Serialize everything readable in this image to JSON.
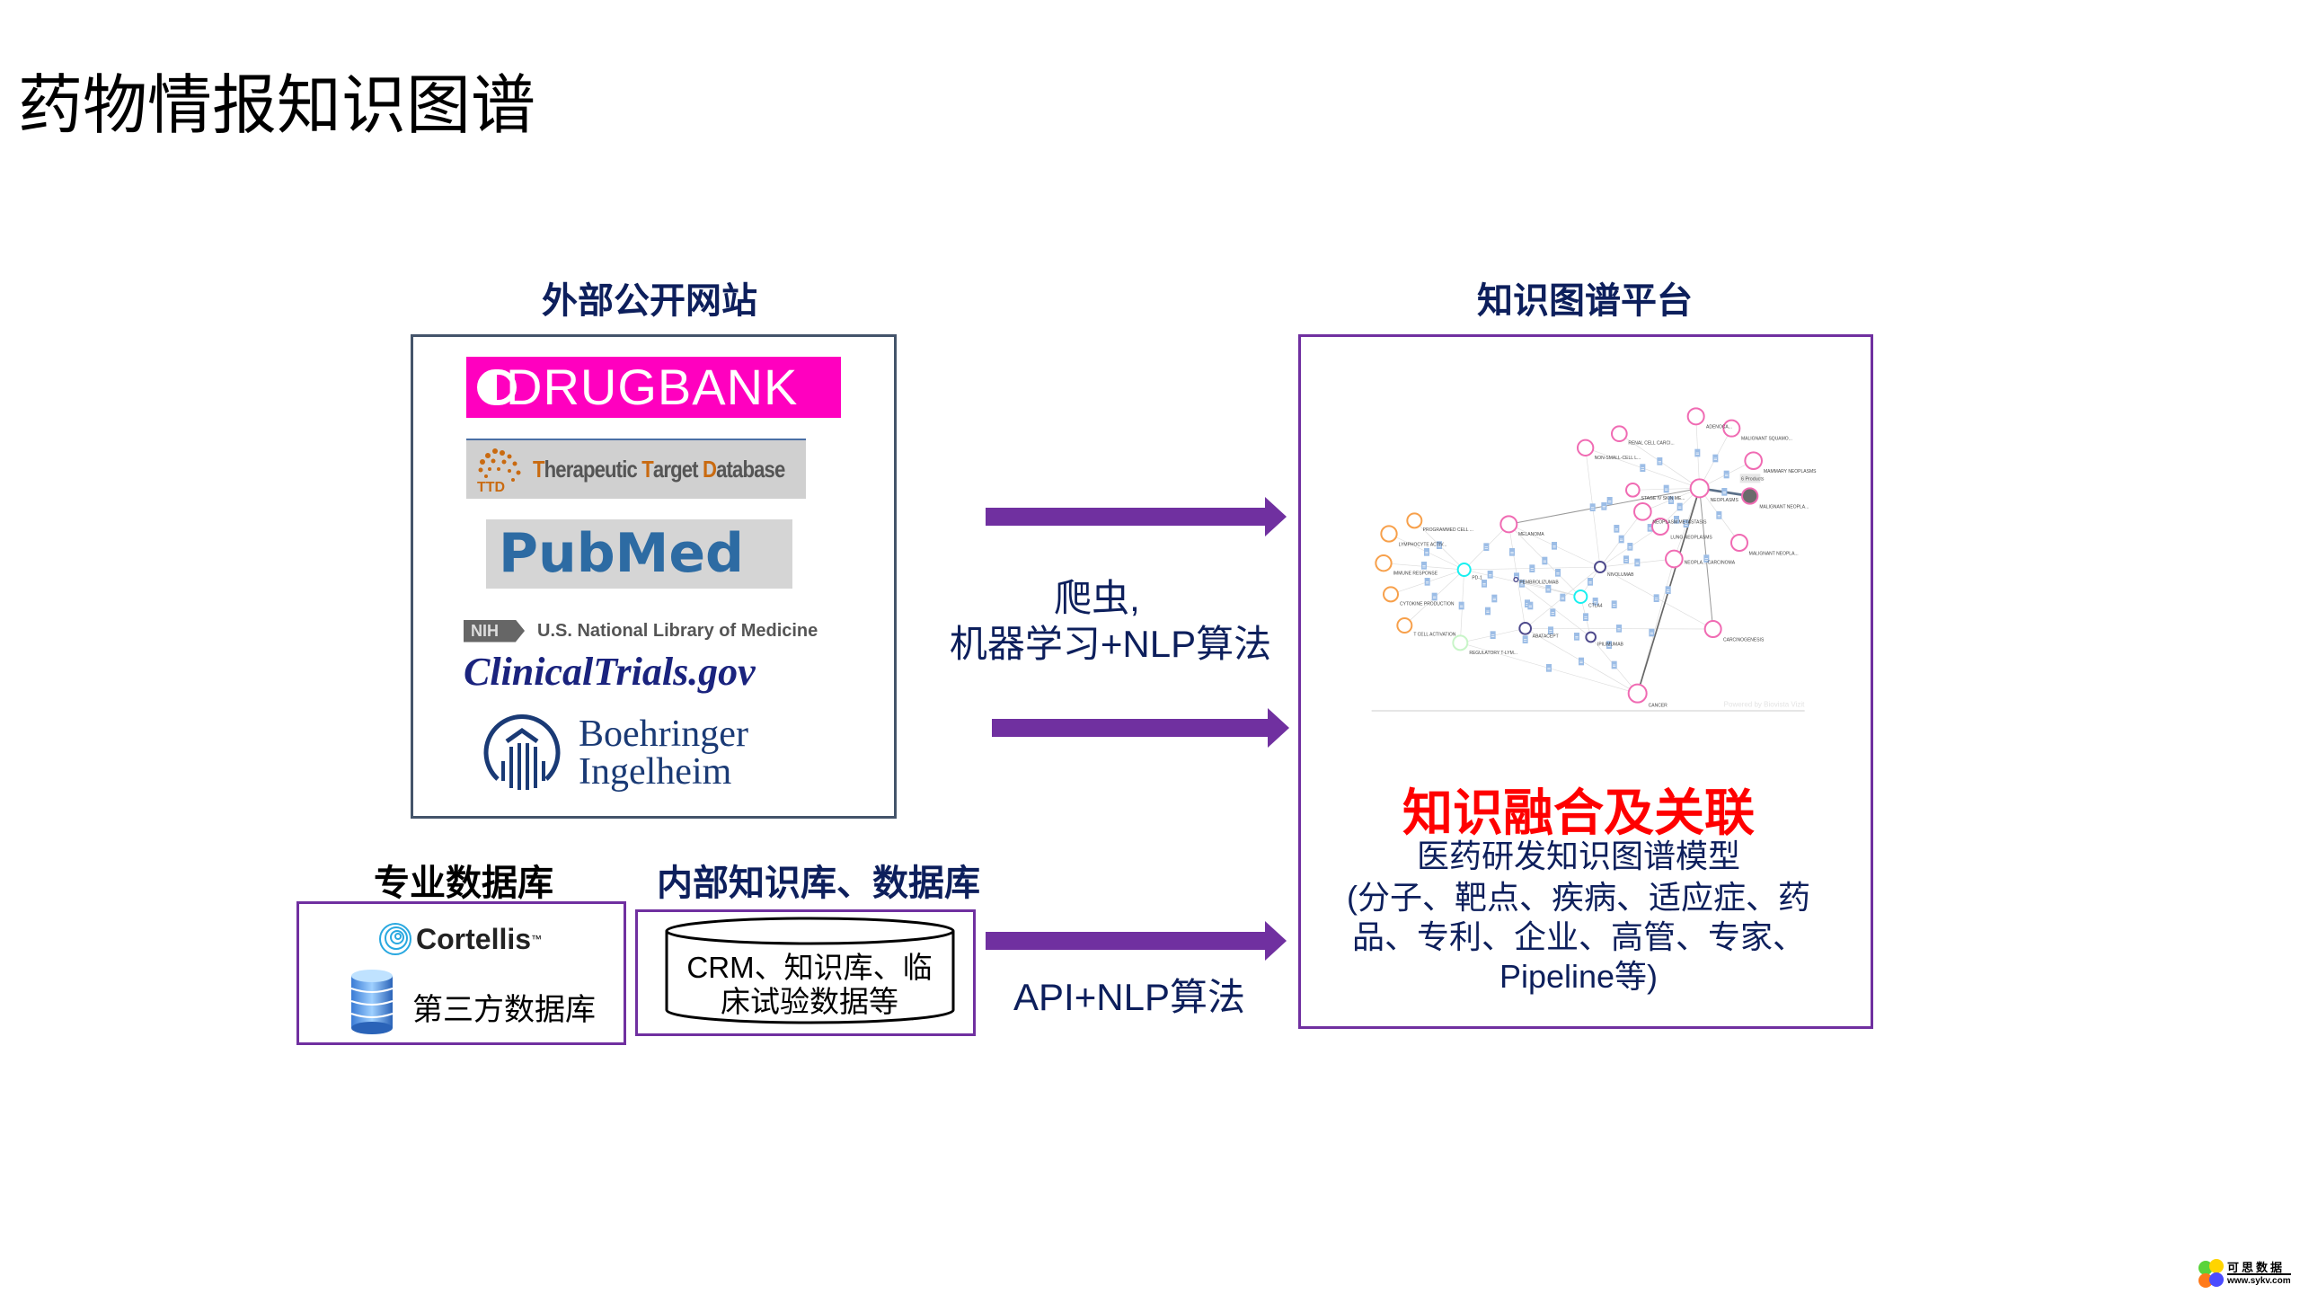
{
  "title": "药物情报知识图谱",
  "external": {
    "heading": "外部公开网站",
    "logos": {
      "drugbank": "DRUGBANK",
      "ttd_abbr": "TTD",
      "ttd_parts": [
        "T",
        "herapeutic ",
        "T",
        "arget ",
        "D",
        "atabase"
      ],
      "pubmed": "PubMed",
      "nih_tag": "NIH",
      "nih_label": "U.S. National Library of Medicine",
      "clinicaltrials": "ClinicalTrials.gov",
      "boehringer_line1": "Boehringer",
      "boehringer_line2": "Ingelheim"
    }
  },
  "platform": {
    "heading": "知识图谱平台",
    "graph": {
      "tooltip": "6 Products",
      "powered_by": "Powered by Biovista Vizit",
      "node_labels": [
        "ADENOCA...",
        "MALIGNANT SQUAMO...",
        "RENAL CELL CARCI...",
        "NON-SMALL-CELL L...",
        "MAMMARY NEOPLASMS",
        "NEOPLASMS",
        "STAGE IV SKIN ME...",
        "",
        "MALIGNANT NEOPLA...",
        "NEOPLASM METASTASIS",
        "MALIGNANT NEOPLA...",
        "LUNG NEOPLASMS",
        "NEOPLA... CARCINOMA",
        "MELANOMA",
        "CARCINOGENESIS",
        "CANCER",
        "PROGRAMMED CELL ...",
        "LYMPHOCYTE ACTIV...",
        "IMMUNE RESPONSE",
        "CYTOKINE PRODUCTION",
        "T CELL ACTIVATION",
        "PD-1",
        "CTLA4",
        "NIVOLUMAB",
        "PEMBROLIZUMAB",
        "ABATACEPT",
        "IPILIMUMAB",
        "REGULATORY T-LYM..."
      ],
      "colors": {
        "disease": "#f06bb3",
        "process": "#f7a04b",
        "target": "#19f0f0",
        "drug": "#4e4a8c",
        "cell": "#c8f5c8",
        "doc": "#9cbde6"
      }
    },
    "fusion_title": "知识融合及关联",
    "description_lines": [
      "医药研发知识图谱模型",
      "(分子、靶点、疾病、适应症、药",
      "品、专利、企业、高管、专家、",
      "Pipeline等)"
    ]
  },
  "arrows": {
    "crawler_line1": "爬虫,",
    "crawler_line2": "机器学习+NLP算法",
    "api_label": "API+NLP算法"
  },
  "professional_db": {
    "heading": "专业数据库",
    "cortellis": "Cortellis",
    "tm": "™",
    "third_party": "第三方数据库"
  },
  "internal_db": {
    "heading": "内部知识库、数据库",
    "line1": "CRM、知识库、临",
    "line2": "床试验数据等"
  },
  "watermark": {
    "name": "可思数据",
    "url": "www.sykv.com"
  },
  "colors": {
    "accent": "#7030a0",
    "navy": "#0d1f5c",
    "red": "#ff0000",
    "drugbank": "#ff00bf"
  }
}
